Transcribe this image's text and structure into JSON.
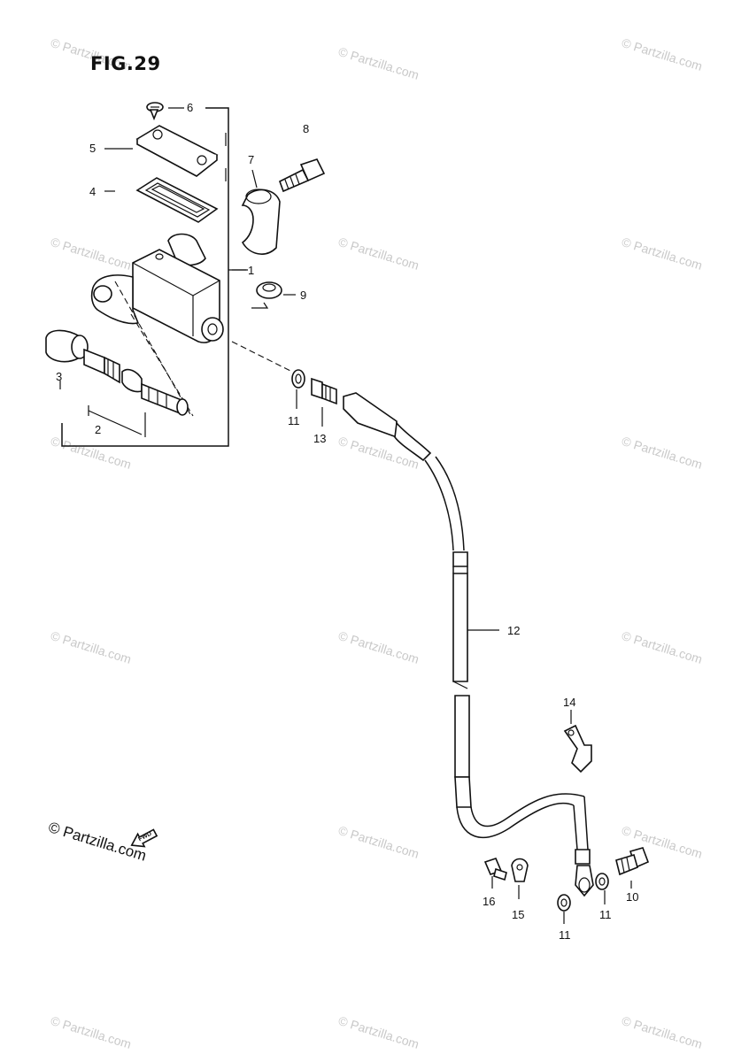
{
  "figure": {
    "title": "FIG.29"
  },
  "watermark": {
    "text": "© Partzilla.com"
  },
  "credit": {
    "text": "© Partzilla.com"
  },
  "fwd_arrow": {
    "text": "FWD"
  },
  "callouts": [
    {
      "id": "6",
      "label": "6"
    },
    {
      "id": "5",
      "label": "5"
    },
    {
      "id": "4",
      "label": "4"
    },
    {
      "id": "7",
      "label": "7"
    },
    {
      "id": "8",
      "label": "8"
    },
    {
      "id": "1",
      "label": "1"
    },
    {
      "id": "9",
      "label": "9"
    },
    {
      "id": "3",
      "label": "3"
    },
    {
      "id": "2",
      "label": "2"
    },
    {
      "id": "11a",
      "label": "11"
    },
    {
      "id": "13",
      "label": "13"
    },
    {
      "id": "12",
      "label": "12"
    },
    {
      "id": "14",
      "label": "14"
    },
    {
      "id": "16",
      "label": "16"
    },
    {
      "id": "15",
      "label": "15"
    },
    {
      "id": "11b",
      "label": "11"
    },
    {
      "id": "11c",
      "label": "11"
    },
    {
      "id": "10",
      "label": "10"
    }
  ],
  "colors": {
    "ink": "#111111",
    "watermark": "#c9c9c9",
    "background": "#ffffff"
  }
}
